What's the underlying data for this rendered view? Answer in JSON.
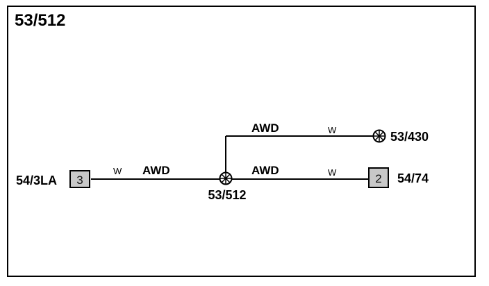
{
  "diagram": {
    "title": "53/512",
    "splice_label": "53/512",
    "connectors": [
      {
        "name": "54/3LA",
        "pin": "3"
      },
      {
        "name": "54/74",
        "pin": "2"
      }
    ],
    "ground_label": "53/430",
    "wires": [
      {
        "code": "AWD",
        "color": "W"
      },
      {
        "code": "AWD",
        "color": "W"
      },
      {
        "code": "AWD",
        "color": "W"
      }
    ],
    "colors": {
      "line": "#000000",
      "connector_fill": "#c8c8c8",
      "background": "#ffffff"
    }
  }
}
